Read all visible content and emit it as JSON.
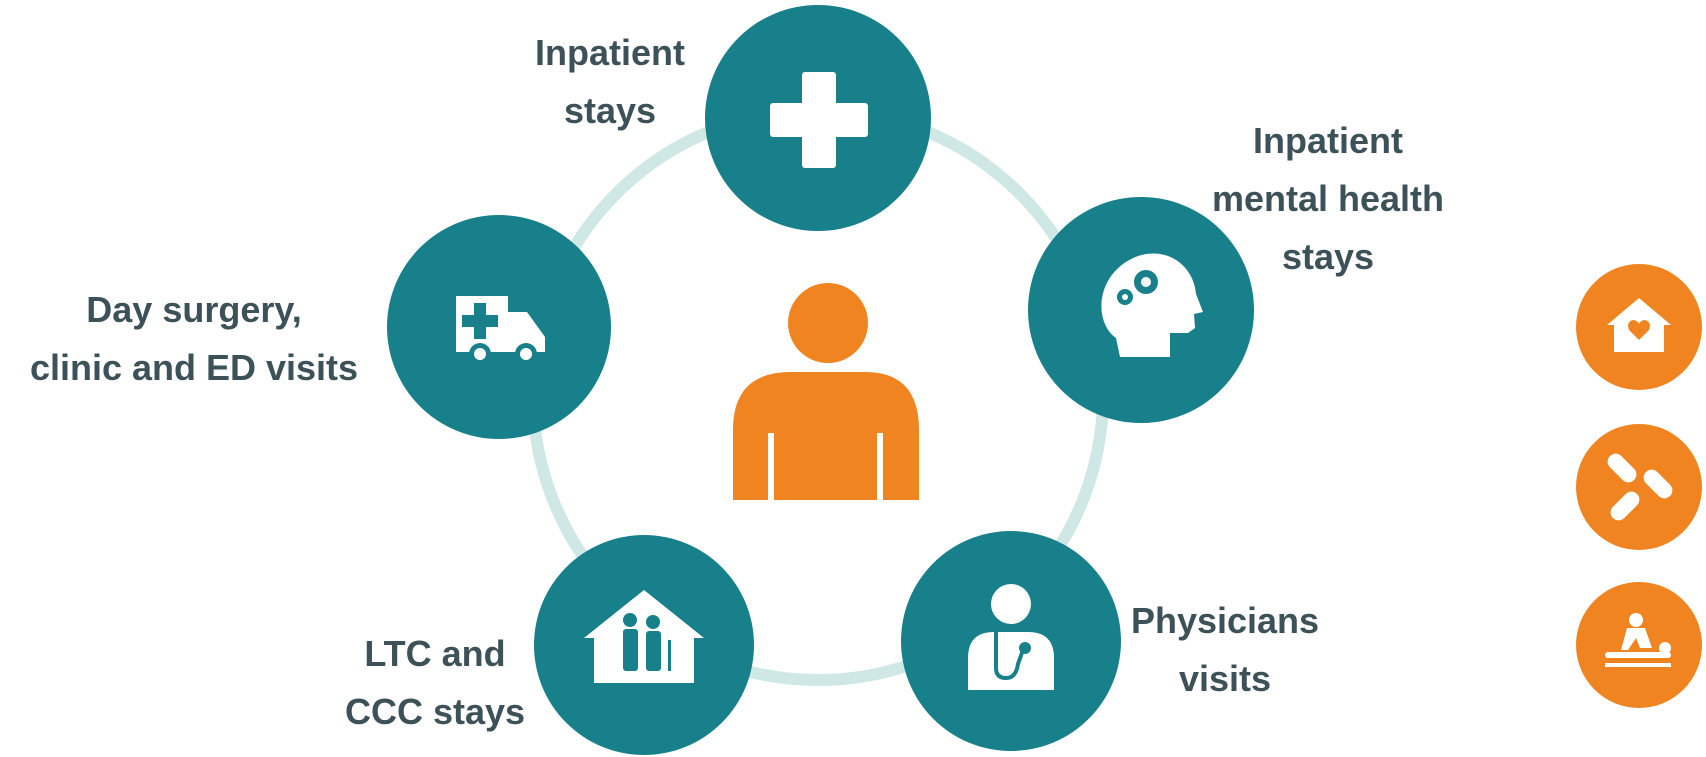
{
  "diagram": {
    "center": {
      "icon": "person-icon"
    },
    "nodes": [
      {
        "id": "inpatient",
        "label_lines": [
          "Inpatient",
          "stays"
        ],
        "icon": "medical-cross-icon"
      },
      {
        "id": "mental",
        "label_lines": [
          "Inpatient",
          "mental health",
          "stays"
        ],
        "icon": "head-gears-icon"
      },
      {
        "id": "physicians",
        "label_lines": [
          "Physicians",
          "visits"
        ],
        "icon": "doctor-stethoscope-icon"
      },
      {
        "id": "ltc",
        "label_lines": [
          "LTC and",
          "CCC stays"
        ],
        "icon": "home-elderly-couple-icon"
      },
      {
        "id": "daysurgery",
        "label_lines": [
          "Day surgery,",
          "clinic and ED visits"
        ],
        "icon": "ambulance-icon"
      }
    ],
    "side_icons": [
      {
        "id": "home-care",
        "icon": "house-heart-icon"
      },
      {
        "id": "drugs",
        "icon": "pills-icon"
      },
      {
        "id": "therapy",
        "icon": "massage-therapy-icon"
      }
    ],
    "colors": {
      "teal": "#17808a",
      "ring": "#cfe8e6",
      "orange": "#f08420",
      "text": "#3d5159"
    }
  }
}
